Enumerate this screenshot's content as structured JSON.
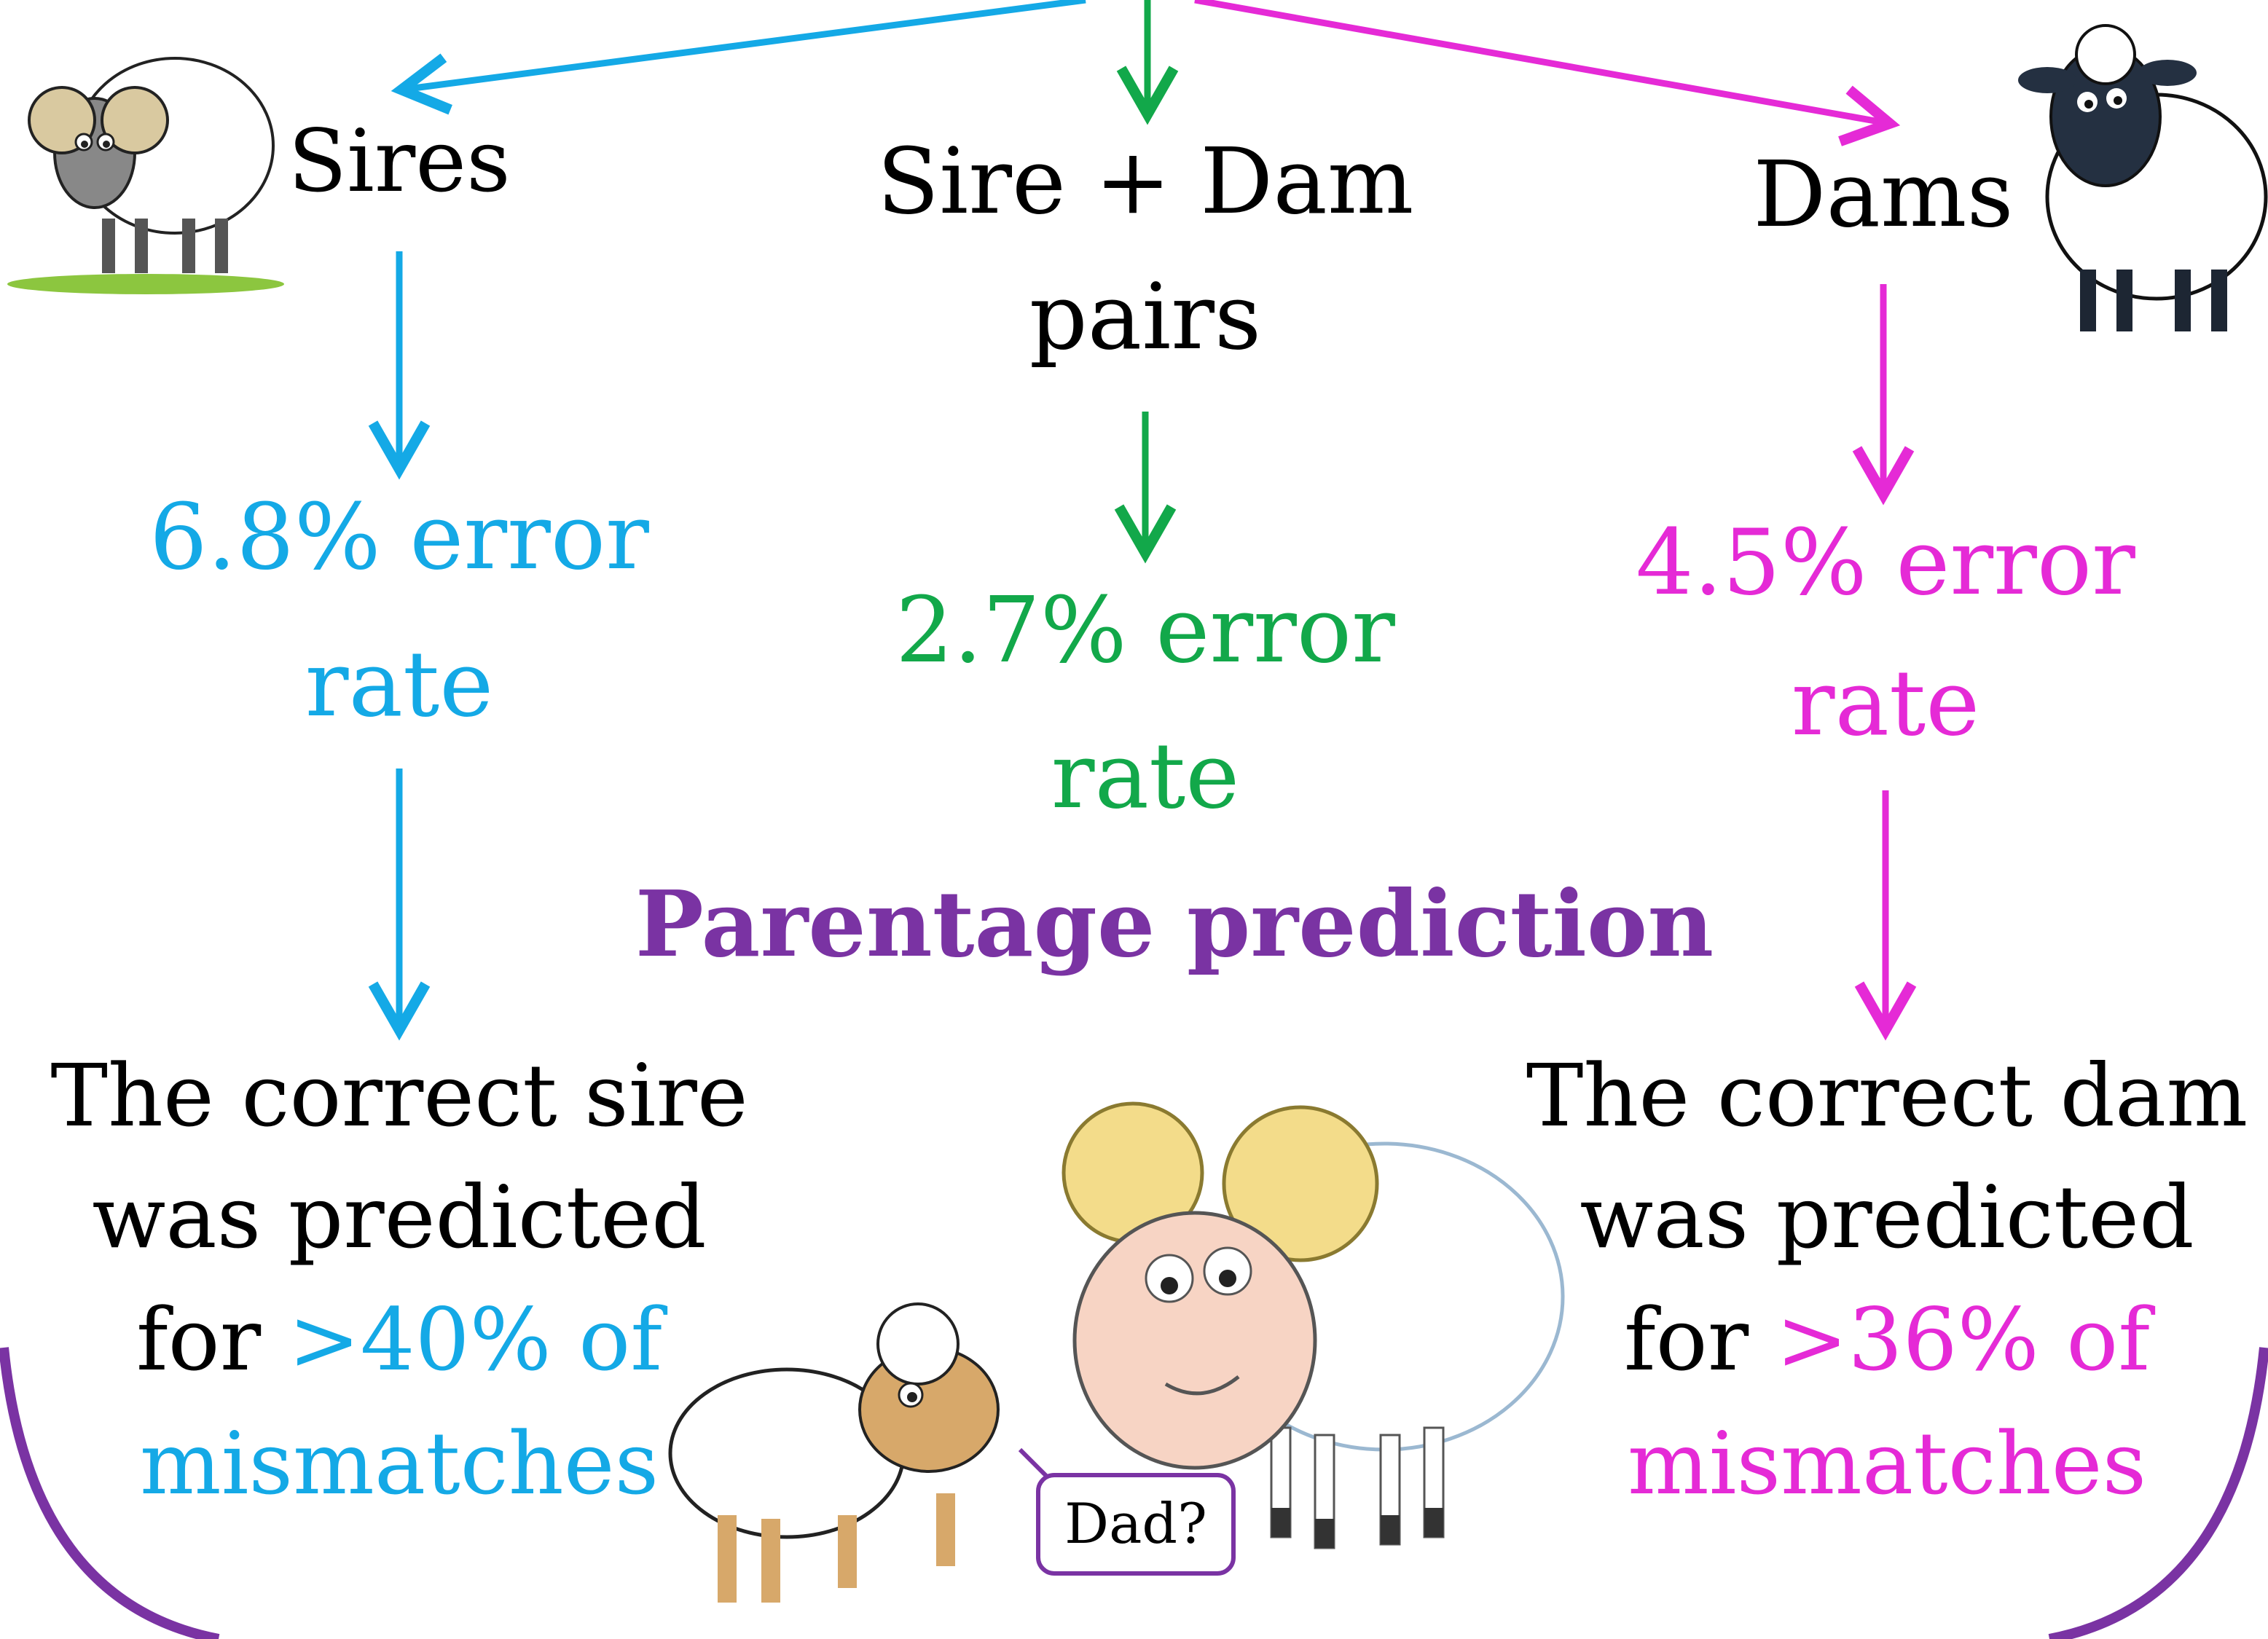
{
  "colors": {
    "sire": "#14a9e6",
    "pair": "#12a84a",
    "dam": "#e52ad6",
    "title": "#7a33a3",
    "text": "#000000",
    "border": "#7a33a3"
  },
  "title": "Parentage prediction",
  "columns": {
    "sire": {
      "label": "Sires",
      "error_line1": "6.8% error",
      "error_line2": "rate",
      "result_line1": "The correct sire",
      "result_line2": "was predicted",
      "result_prefix": "for ",
      "result_highlight": ">40% of",
      "result_line4": "mismatches"
    },
    "pair": {
      "label_line1": "Sire + Dam",
      "label_line2": "pairs",
      "error_line1": "2.7% error",
      "error_line2": "rate"
    },
    "dam": {
      "label": "Dams",
      "error_line1": "4.5% error",
      "error_line2": "rate",
      "result_line1": "The correct dam",
      "result_line2": "was predicted",
      "result_prefix": "for ",
      "result_highlight": ">36% of",
      "result_line4": "mismatches"
    }
  },
  "speech_bubble": "Dad?",
  "illustrations": [
    "ram-icon",
    "black-faced-ewe-icon",
    "lamb-icon",
    "cartoon-ram-icon"
  ]
}
